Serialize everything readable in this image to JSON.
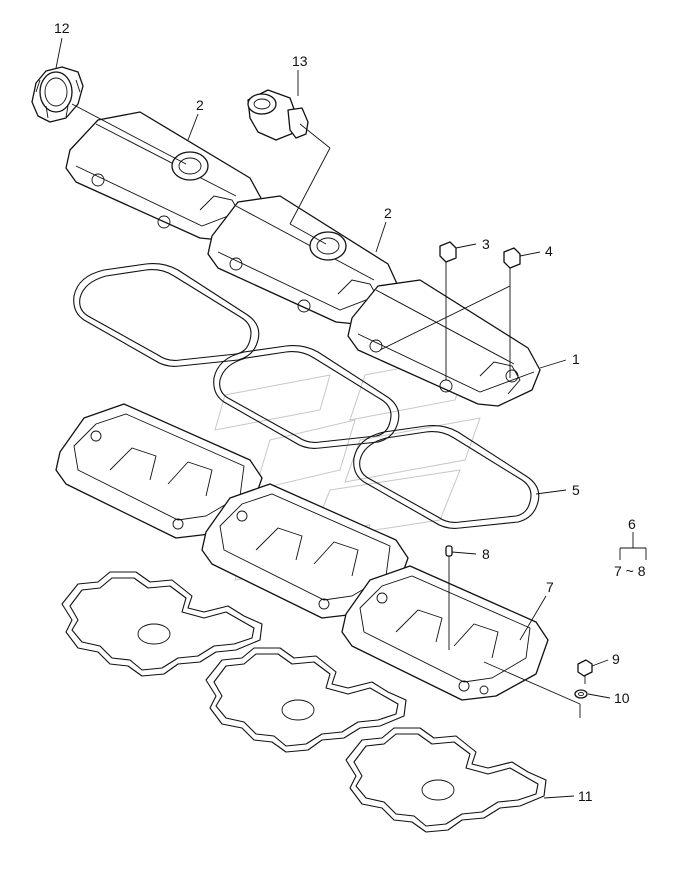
{
  "callouts": [
    {
      "id": "c12",
      "text": "12"
    },
    {
      "id": "c13",
      "text": "13"
    },
    {
      "id": "c2a",
      "text": "2"
    },
    {
      "id": "c2b",
      "text": "2"
    },
    {
      "id": "c3",
      "text": "3"
    },
    {
      "id": "c4",
      "text": "4"
    },
    {
      "id": "c1",
      "text": "1"
    },
    {
      "id": "c5",
      "text": "5"
    },
    {
      "id": "c6",
      "text": "6"
    },
    {
      "id": "c78",
      "text": "7 ~ 8"
    },
    {
      "id": "c8",
      "text": "8"
    },
    {
      "id": "c7",
      "text": "7"
    },
    {
      "id": "c9",
      "text": "9"
    },
    {
      "id": "c10",
      "text": "10"
    },
    {
      "id": "c11",
      "text": "11"
    }
  ]
}
